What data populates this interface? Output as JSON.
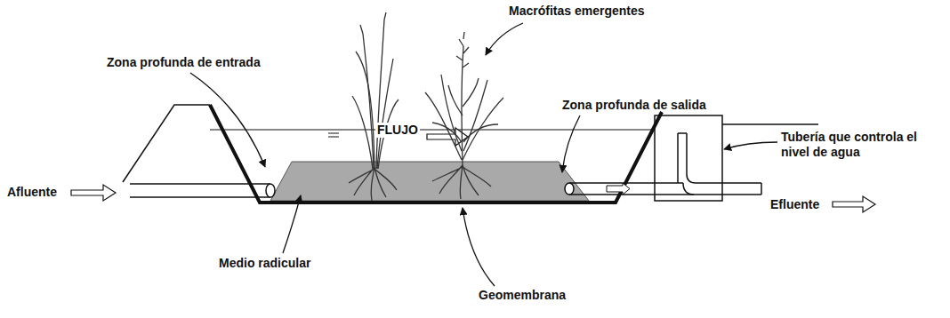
{
  "diagram": {
    "labels": [
      "Macrófitas emergentes",
      "Zona profunda de entrada",
      "Zona profunda de salida",
      "FLUJO",
      "Tubería que controla el nivel de agua",
      "Afluente",
      "Efluente",
      "Medio radicular",
      "Geomembrana"
    ]
  }
}
